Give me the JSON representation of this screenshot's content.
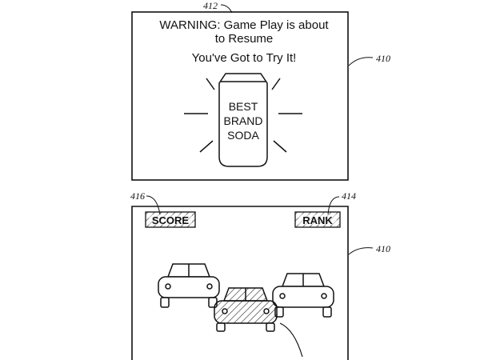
{
  "top_panel": {
    "ref_numeral": "412",
    "panel_numeral": "410",
    "warning_line1": "WARNING: Game Play is about",
    "warning_line2": "to Resume",
    "slogan": "You've Got to Try It!",
    "can_line1": "BEST",
    "can_line2": "BRAND",
    "can_line3": "SODA"
  },
  "bottom_panel": {
    "score_ref": "416",
    "rank_ref": "414",
    "panel_numeral": "410",
    "score_label": "SCORE",
    "rank_label": "RANK"
  },
  "icons": [
    "soda-can-icon",
    "car-icon"
  ]
}
